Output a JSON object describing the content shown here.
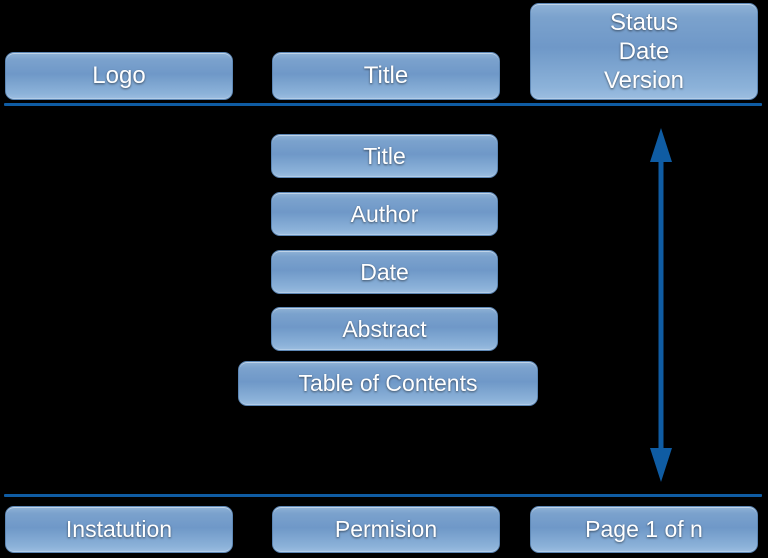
{
  "diagram": {
    "title": "Document Page Layout Diagram",
    "background_color": "#000000",
    "accent_color": "#0f5ca3",
    "box_fill_top": "#8fb2d6",
    "box_fill_bottom": "#9cbde0",
    "box_border_color": "#5d87b5",
    "text_color": "#ffffff"
  },
  "header": {
    "logo": {
      "label": "Logo"
    },
    "title": {
      "label": "Title"
    },
    "status_block": {
      "lines": [
        "Status",
        "Date",
        "Version"
      ],
      "line_1": "Status",
      "line_2": "Date",
      "line_3": "Version"
    }
  },
  "dividers": {
    "top_label": "header-rule",
    "bottom_label": "footer-rule"
  },
  "body": {
    "items": [
      {
        "label": "Title"
      },
      {
        "label": "Author"
      },
      {
        "label": "Date"
      },
      {
        "label": "Abstract"
      },
      {
        "label": "Table of Contents"
      }
    ]
  },
  "measure": {
    "arrow_name": "content-height-arrow",
    "arrow_color": "#0f5ca3"
  },
  "footer": {
    "institution": {
      "label": "Instatution"
    },
    "permission": {
      "label": "Permision"
    },
    "page": {
      "label": "Page 1 of n"
    }
  }
}
